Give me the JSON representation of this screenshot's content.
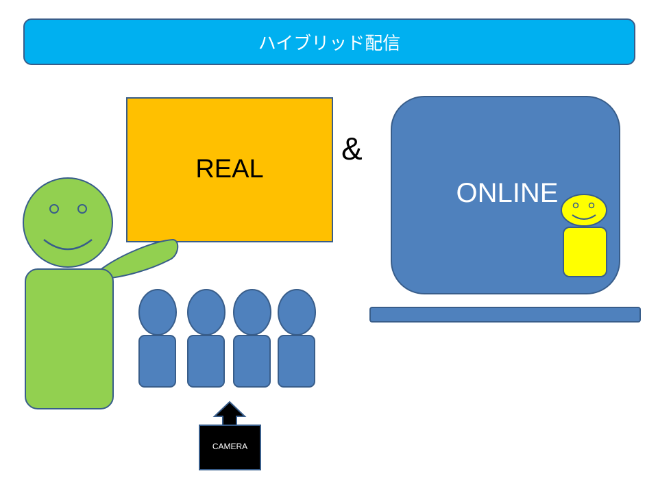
{
  "title": "ハイブリッド配信",
  "real_label": "REAL",
  "amp_label": "&",
  "online_label": "ONLINE",
  "camera_label": "CAMERA",
  "colors": {
    "title_bg": "#00b0f0",
    "outline": "#385d8a",
    "real_screen": "#ffc000",
    "online_screen": "#4f81bd",
    "presenter": "#92d050",
    "audience": "#4f81bd",
    "remote_viewer": "#ffff00",
    "camera": "#000000"
  }
}
